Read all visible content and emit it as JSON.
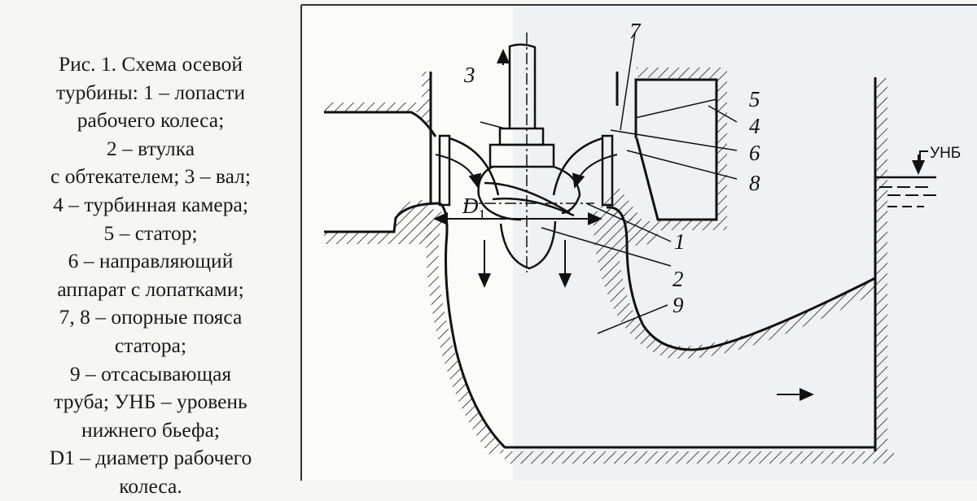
{
  "caption": {
    "lines": [
      {
        "num": "",
        "text": "Рис. 1. Схема осевой"
      },
      {
        "num": "",
        "text": "турбины: 1 – лопасти"
      },
      {
        "num": "",
        "text": "рабочего колеса;"
      },
      {
        "num": "",
        "text": "2 – втулка"
      },
      {
        "num": "",
        "text": "с обтекателем; 3 – вал;"
      },
      {
        "num": "",
        "text": "4 – турбинная камера;"
      },
      {
        "num": "",
        "text": "5 – статор;"
      },
      {
        "num": "",
        "text": "6 – направляющий"
      },
      {
        "num": "",
        "text": "аппарат с лопатками;"
      },
      {
        "num": "",
        "text": "7, 8 – опорные пояса"
      },
      {
        "num": "",
        "text": "статора;"
      },
      {
        "num": "",
        "text": "9 – отсасывающая"
      },
      {
        "num": "",
        "text": "труба; УНБ – уровень"
      },
      {
        "num": "",
        "text": "нижнего бьефа;"
      },
      {
        "num": "",
        "text": "D1 – диаметр рабочего"
      },
      {
        "num": "",
        "text": "колеса."
      }
    ]
  },
  "figure": {
    "labels": {
      "l1": "1",
      "l2": "2",
      "l3": "3",
      "l4": "4",
      "l5": "5",
      "l6": "6",
      "l7": "7",
      "l8": "8",
      "l9": "9",
      "d": "D",
      "d_sub": "1",
      "unb": "УНБ"
    }
  }
}
